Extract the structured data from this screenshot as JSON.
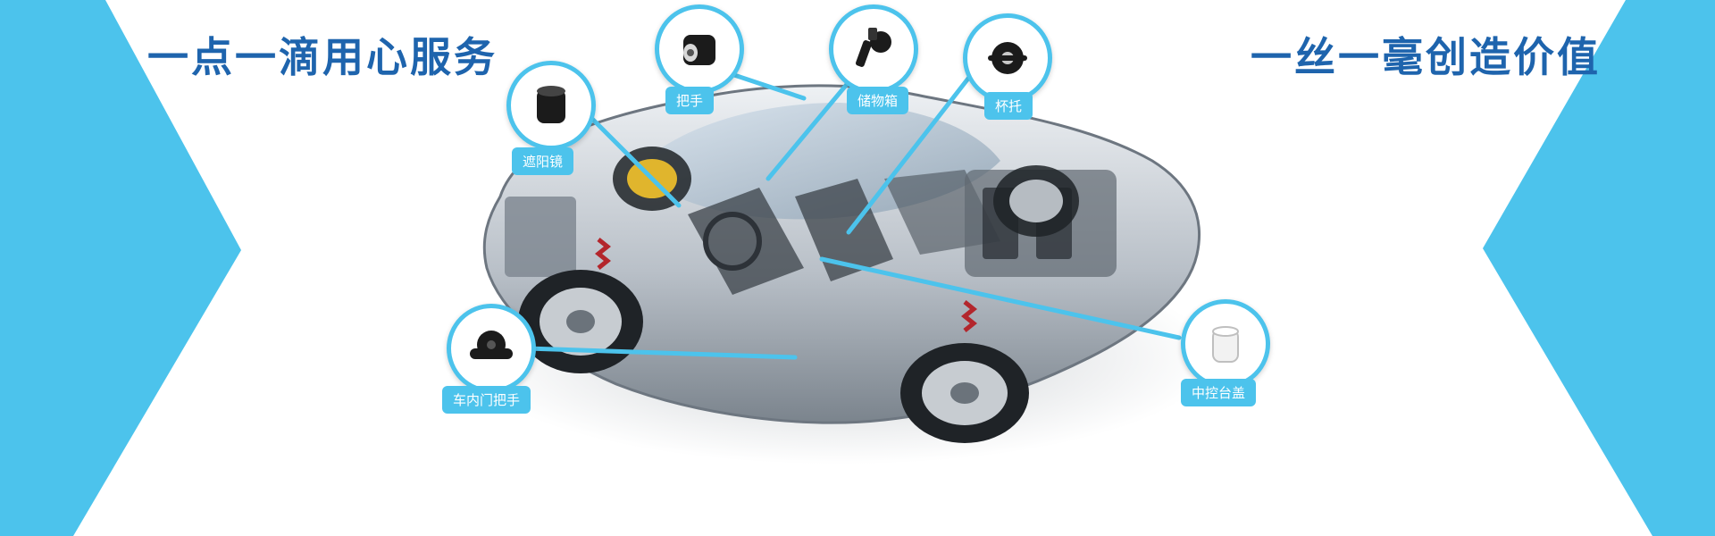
{
  "banner": {
    "slogan_left": "一点一滴用心服务",
    "slogan_right": "一丝一毫创造价值",
    "accent_color": "#4cc3ec",
    "title_color": "#1e64ad"
  },
  "parts": [
    {
      "label": "遮阳镜",
      "icon": "damper-cylinder-icon"
    },
    {
      "label": "把手",
      "icon": "damper-cylinder-icon"
    },
    {
      "label": "储物箱",
      "icon": "rotary-damper-lever-icon"
    },
    {
      "label": "杯托",
      "icon": "gear-damper-icon"
    },
    {
      "label": "车内门把手",
      "icon": "gear-damper-flange-icon"
    },
    {
      "label": "中控台盖",
      "icon": "white-damper-icon"
    }
  ]
}
